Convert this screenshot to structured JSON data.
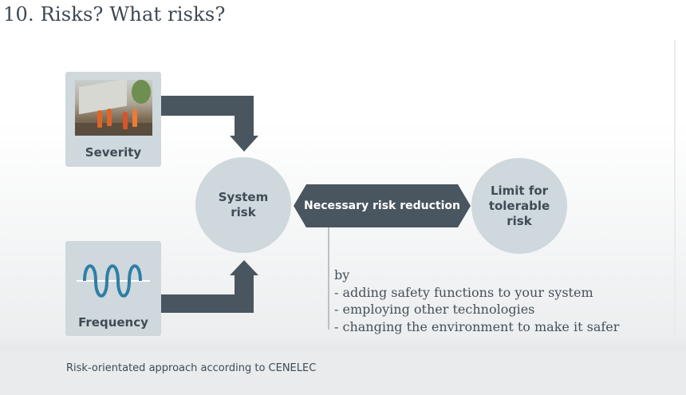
{
  "title": "10. Risks? What risks?",
  "severity": {
    "label": "Severity",
    "icon": "rescue-photo"
  },
  "frequency": {
    "label": "Frequency",
    "icon": "sine-wave-icon"
  },
  "system_risk": {
    "line1": "System",
    "line2": "risk"
  },
  "reduction": {
    "label": "Necessary risk reduction"
  },
  "limit": {
    "line1": "Limit for",
    "line2": "tolerable",
    "line3": "risk"
  },
  "measures": {
    "intro": "by",
    "items": [
      "- adding safety functions to your system",
      "- employing other technologies",
      "- changing the environment to make it safer"
    ]
  },
  "footer": "Risk-orientated approach according to CENELEC",
  "colors": {
    "box": "#cfd8dc",
    "connector": "#4a565f",
    "text": "#3f4b55"
  }
}
